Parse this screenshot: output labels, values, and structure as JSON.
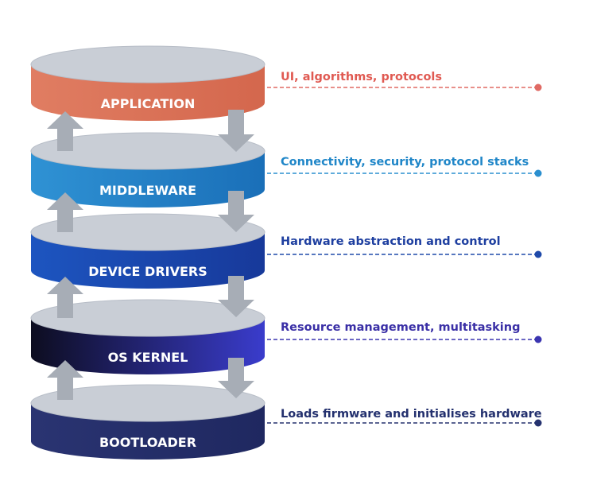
{
  "layers": [
    {
      "label": "APPLICATION",
      "description": "UI, algorithms, protocols",
      "desc_color": "#e05a52",
      "line_color": "#e06a64",
      "body_gradient": [
        "#e07d62",
        "#d4674d"
      ]
    },
    {
      "label": "MIDDLEWARE",
      "description": "Connectivity, security, protocol stacks",
      "desc_color": "#1f86c8",
      "line_color": "#2a8fcf",
      "body_gradient": [
        "#2f92d4",
        "#1a6fb8"
      ]
    },
    {
      "label": "DEVICE DRIVERS",
      "description": "Hardware abstraction and control",
      "desc_color": "#1e3fa0",
      "line_color": "#1f4aaa",
      "body_gradient": [
        "#1d55c0",
        "#17399a"
      ]
    },
    {
      "label": "OS KERNEL",
      "description": "Resource management, multitasking",
      "desc_color": "#3a2fa6",
      "line_color": "#3b35b0",
      "body_gradient": [
        "#0d0d20",
        "#3a3ccc"
      ]
    },
    {
      "label": "BOOTLOADER",
      "description": "Loads firmware and initialises hardware",
      "desc_color": "#23306e",
      "line_color": "#25326f",
      "body_gradient": [
        "#2a3472",
        "#1f2860"
      ]
    }
  ],
  "colors": {
    "disc_top": "#c9ced6",
    "disc_top_edge": "#b7bdc7",
    "arrow": "#a7adb6"
  }
}
